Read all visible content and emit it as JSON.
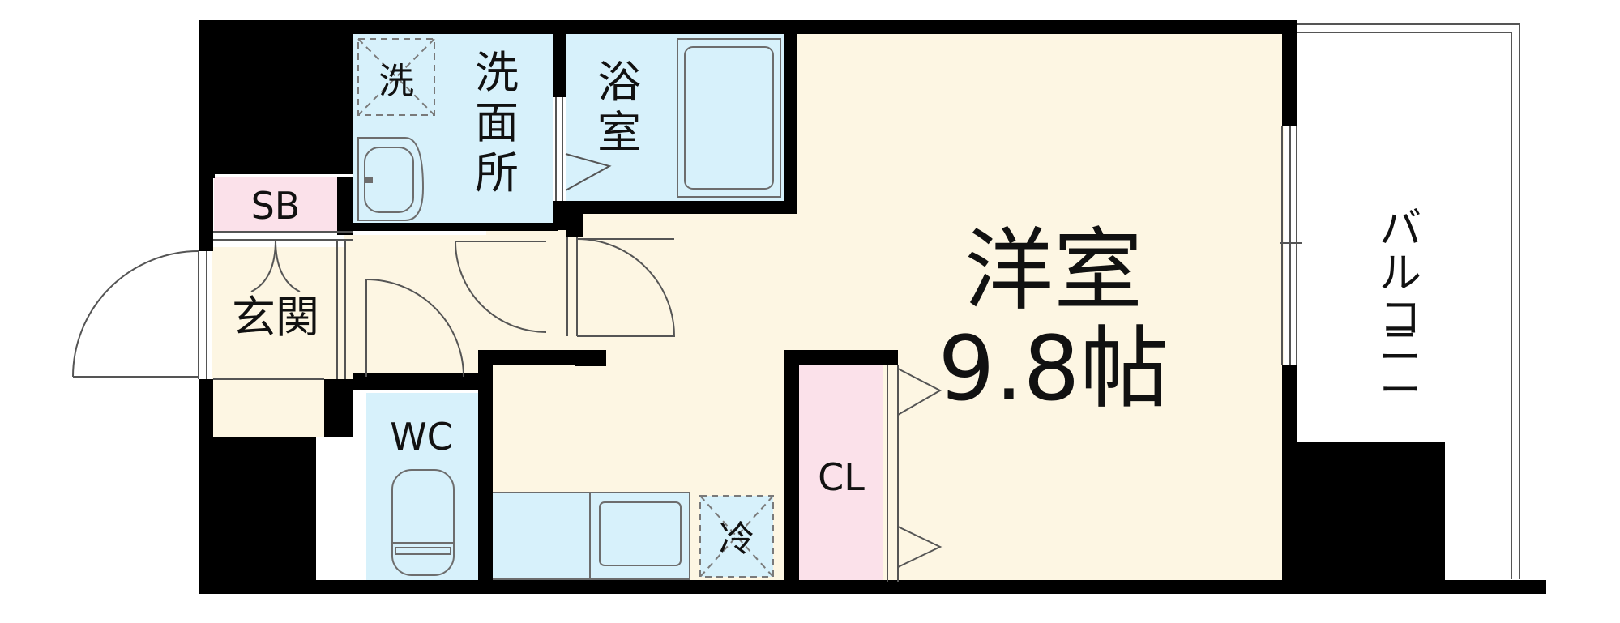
{
  "rooms": {
    "washer": "洗",
    "washroom": [
      "洗",
      "面",
      "所"
    ],
    "bath": [
      "浴",
      "室"
    ],
    "shoebox": "SB",
    "entrance": "玄関",
    "toilet": "WC",
    "western_room": "洋室",
    "western_room_size": "9.8帖",
    "closet": "CL",
    "fridge": "冷",
    "balcony": [
      "バ",
      "ル",
      "コ",
      "ニ",
      "ー"
    ]
  },
  "colors": {
    "wall": "#000000",
    "floor": "#fdf6e3",
    "water": "#d7f1fb",
    "storage": "#fbe1ea",
    "line": "#6d6d6d",
    "dashed": "#7a7a7a"
  }
}
